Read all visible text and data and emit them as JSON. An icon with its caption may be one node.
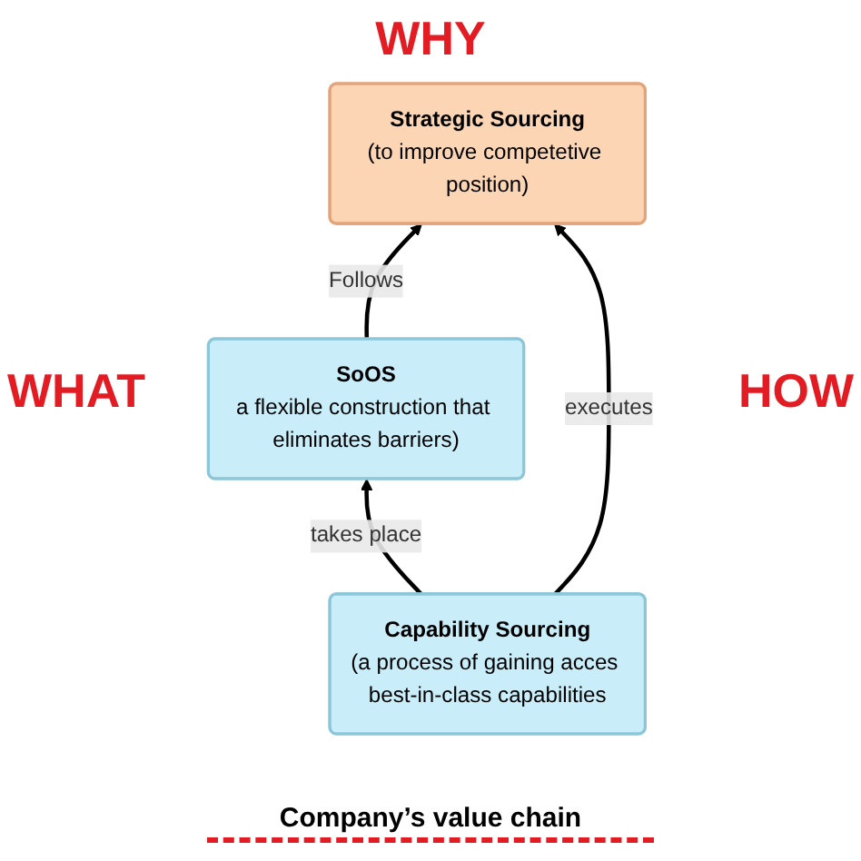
{
  "diagram": {
    "nodes": [
      {
        "text": [
          "Strategic Sourcing",
          "(to improve competetive position)"
        ]
      },
      {
        "text": [
          "SoOS",
          "a flexible construction that eliminates barriers)"
        ]
      },
      {
        "text": [
          "Capability Sourcing",
          "(a process of gaining acces best-in-class capabilities"
        ]
      }
    ],
    "edges": [
      {
        "from": 1,
        "to": 0,
        "arrow": "to",
        "label": "Follows"
      },
      {
        "from": 2,
        "to": 0,
        "arrow": "to",
        "label": "executes"
      },
      {
        "from": 2,
        "to": 1,
        "arrow": "to",
        "label": "takes place"
      }
    ],
    "labels": [
      "WHY",
      "WHAT",
      "HOW",
      "Company’s value chain"
    ]
  }
}
